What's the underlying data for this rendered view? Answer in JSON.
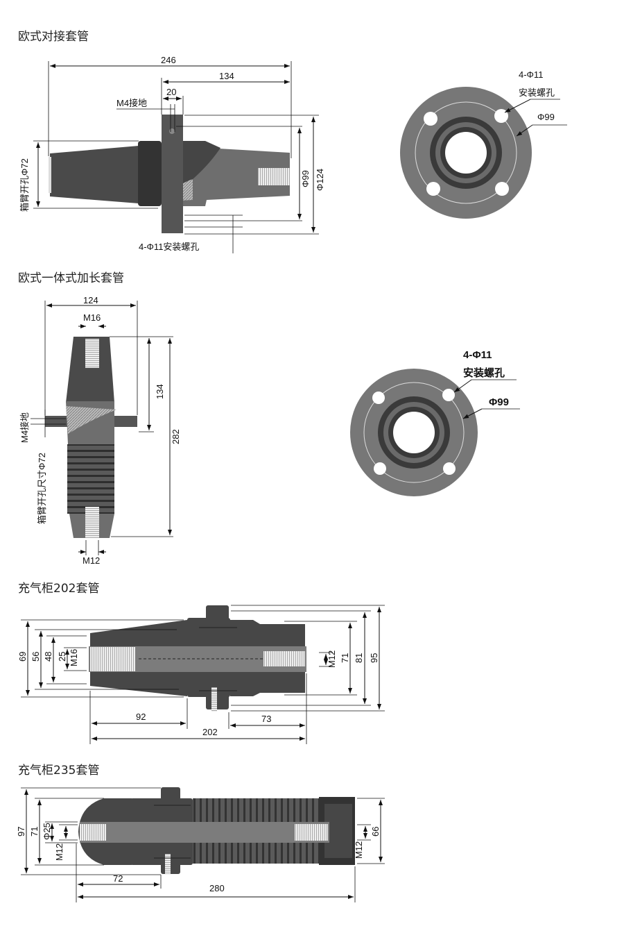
{
  "sections": [
    {
      "title": "欧式对接套管",
      "labels": {
        "overall": "246",
        "right": "134",
        "flange": "20",
        "ground": "M4接地",
        "tank_hole": "箱臂开孔Φ72",
        "bolt_circle": "Φ99",
        "flange_dia": "Φ124",
        "holes": "4-Φ11安装螺孔"
      },
      "flange_view": {
        "holes": "4-Φ11",
        "holes_label": "安装螺孔",
        "bolt_circle": "Φ99"
      }
    },
    {
      "title": "欧式一体式加长套管",
      "labels": {
        "flange_width": "124",
        "top_thread": "M16",
        "upper": "134",
        "overall": "282",
        "ground": "M4接地",
        "tank_hole": "箱臂开孔尺寸Φ72",
        "bottom_thread": "M12"
      },
      "flange_view": {
        "holes": "4-Φ11",
        "holes_label": "安装螺孔",
        "bolt_circle": "Φ99"
      }
    },
    {
      "title": "充气柜202套管",
      "labels": {
        "d69": "69",
        "d56": "56",
        "d48": "48",
        "d25": "25",
        "m16": "M16",
        "m12": "M12",
        "d71": "71",
        "d81": "81",
        "d95": "95",
        "l92": "92",
        "l73": "73",
        "l202": "202"
      }
    },
    {
      "title": "充气柜235套管",
      "labels": {
        "d97": "97",
        "d71": "71",
        "phi25": "Φ25",
        "m12_left": "M12",
        "m12_right": "M12",
        "d66": "66",
        "l72": "72",
        "l280": "280"
      }
    }
  ],
  "colors": {
    "body_dark": "#474747",
    "body_mid": "#6e6e6e",
    "thread": "#d8d8d8"
  }
}
